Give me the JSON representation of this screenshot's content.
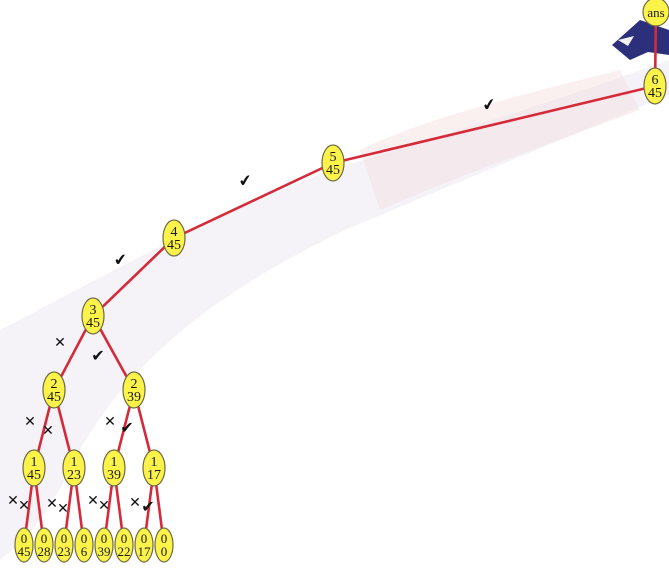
{
  "nodes": [
    {
      "id": "ans",
      "label": "ans"
    },
    {
      "id": "n6",
      "top": "6",
      "bottom": "45"
    },
    {
      "id": "n5",
      "top": "5",
      "bottom": "45"
    },
    {
      "id": "n4",
      "top": "4",
      "bottom": "45"
    },
    {
      "id": "n3",
      "top": "3",
      "bottom": "45"
    },
    {
      "id": "n2a",
      "top": "2",
      "bottom": "45"
    },
    {
      "id": "n2b",
      "top": "2",
      "bottom": "39"
    },
    {
      "id": "n1a",
      "top": "1",
      "bottom": "45"
    },
    {
      "id": "n1b",
      "top": "1",
      "bottom": "23"
    },
    {
      "id": "n1c",
      "top": "1",
      "bottom": "39"
    },
    {
      "id": "n1d",
      "top": "1",
      "bottom": "17"
    },
    {
      "id": "l1",
      "top": "0",
      "bottom": "45"
    },
    {
      "id": "l2",
      "top": "0",
      "bottom": "28"
    },
    {
      "id": "l3",
      "top": "0",
      "bottom": "23"
    },
    {
      "id": "l4",
      "top": "0",
      "bottom": "6"
    },
    {
      "id": "l5",
      "top": "0",
      "bottom": "39"
    },
    {
      "id": "l6",
      "top": "0",
      "bottom": "22"
    },
    {
      "id": "l7",
      "top": "0",
      "bottom": "17"
    },
    {
      "id": "l8",
      "top": "0",
      "bottom": "0"
    }
  ],
  "edges": [
    [
      "ans",
      "n6"
    ],
    [
      "n6",
      "n5"
    ],
    [
      "n5",
      "n4"
    ],
    [
      "n4",
      "n3"
    ],
    [
      "n3",
      "n2a"
    ],
    [
      "n3",
      "n2b"
    ],
    [
      "n2a",
      "n1a"
    ],
    [
      "n2a",
      "n1b"
    ],
    [
      "n2b",
      "n1c"
    ],
    [
      "n2b",
      "n1d"
    ],
    [
      "n1a",
      "l1"
    ],
    [
      "n1a",
      "l2"
    ],
    [
      "n1b",
      "l3"
    ],
    [
      "n1b",
      "l4"
    ],
    [
      "n1c",
      "l5"
    ],
    [
      "n1c",
      "l6"
    ],
    [
      "n1d",
      "l7"
    ],
    [
      "n1d",
      "l8"
    ]
  ],
  "marks": [
    {
      "symbol": "✔"
    },
    {
      "symbol": "✔"
    },
    {
      "symbol": "✔"
    },
    {
      "symbol": "✔"
    },
    {
      "symbol": "✕"
    },
    {
      "symbol": "✔"
    },
    {
      "symbol": "✕"
    },
    {
      "symbol": "✕"
    },
    {
      "symbol": "✕"
    },
    {
      "symbol": "✔"
    },
    {
      "symbol": "✕"
    },
    {
      "symbol": "✕"
    },
    {
      "symbol": "✕"
    },
    {
      "symbol": "✕"
    },
    {
      "symbol": "✕"
    },
    {
      "symbol": "✕"
    },
    {
      "symbol": "✕"
    },
    {
      "symbol": "✔"
    }
  ],
  "colors": {
    "edge": "#d42a3a",
    "node_fill": "#fbf34a",
    "node_stroke": "#6f6a45",
    "text": "#1a1a1a",
    "watermark": "#b8b8c8",
    "corner_patch": "#2c2f7a"
  }
}
